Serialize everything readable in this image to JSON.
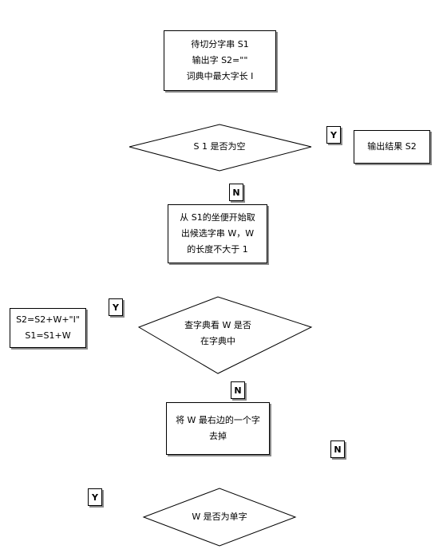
{
  "boxes": {
    "init": [
      "待切分字串 S1",
      "输出字 S2=\"\"",
      "词典中最大字长 I"
    ],
    "output": [
      "输出结果 S2"
    ],
    "take": [
      "从 S1的坐便开始取",
      "出候选字串 W，W",
      "的长度不大于 1"
    ],
    "update": [
      "S2=S2+W+\"I\"",
      "S1=S1+W"
    ],
    "trim": [
      "将 W 最右边的一个字",
      "去掉"
    ]
  },
  "decisions": {
    "s1_empty": [
      "S 1 是否为空"
    ],
    "in_dict": [
      "查字典看 W 是否",
      "在字典中"
    ],
    "single_char": [
      "W 是否为单字"
    ]
  },
  "badges": {
    "y1": "Y",
    "n1": "N",
    "y2": "Y",
    "n2": "N",
    "n3": "N",
    "y3": "Y"
  }
}
